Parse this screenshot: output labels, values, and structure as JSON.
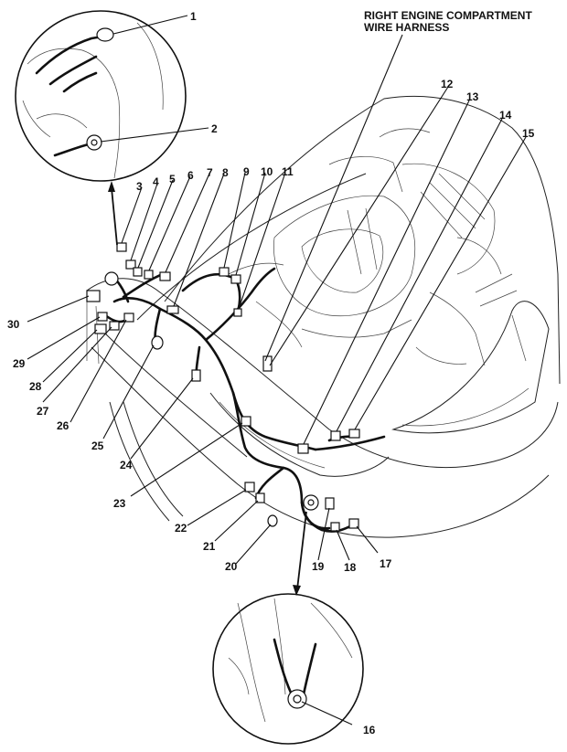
{
  "title_lines": [
    "RIGHT ENGINE COMPARTMENT",
    "WIRE HARNESS"
  ],
  "callouts": [
    "1",
    "2",
    "3",
    "4",
    "5",
    "6",
    "7",
    "8",
    "9",
    "10",
    "11",
    "12",
    "13",
    "14",
    "15",
    "16",
    "17",
    "18",
    "19",
    "20",
    "21",
    "22",
    "23",
    "24",
    "25",
    "26",
    "27",
    "28",
    "29",
    "30"
  ]
}
